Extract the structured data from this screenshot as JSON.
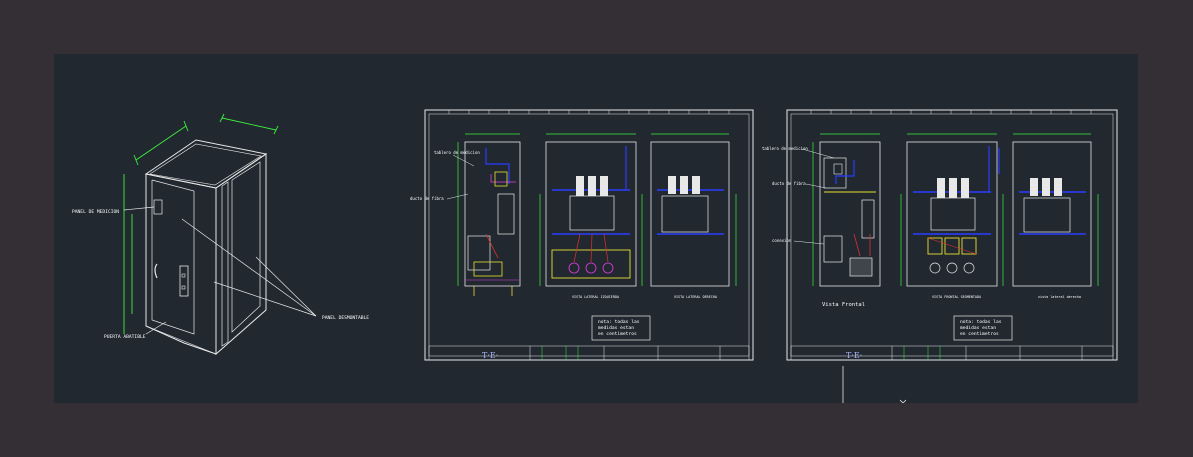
{
  "iso": {
    "label_panel_medicion": "PANEL DE MEDICION",
    "label_panel_desmontable": "PANEL DESMONTABLE",
    "label_puerta_abatible": "PUERTA ABATIBLE"
  },
  "sheet1": {
    "label_tablero": "tablero de medicion",
    "label_ducto": "ducto de fibra",
    "label_vista_lateral_izq": "VISTA LATERAL IZQUIERDA",
    "label_vista_lateral_der": "VISTA LATERAL DERECHA",
    "note_line1": "nota: todas las",
    "note_line2": "medidas estan",
    "note_line3": "en centimetros",
    "logo": "T·E·"
  },
  "sheet2": {
    "label_tablero": "tablero de medicion",
    "label_ducto": "ducto de fibra",
    "label_conexion": "conexion",
    "label_vista_frontal": "Vista Frontal",
    "label_vista_frontal_seccionada": "VISTA FRONTAL SEGMENTADA",
    "label_vista_lateral": "vista lateral derecha",
    "note_line1": "nota: todas las",
    "note_line2": "medidas estan",
    "note_line3": "en centimetros",
    "logo": "T·E·"
  },
  "colors": {
    "background": "#332f35",
    "canvas": "#212830",
    "line_white": "#e8e8e8",
    "line_green": "#3cf03c",
    "line_blue": "#2a3cff",
    "line_yellow": "#e8e030",
    "line_magenta": "#e040e0",
    "line_red": "#e03030"
  }
}
